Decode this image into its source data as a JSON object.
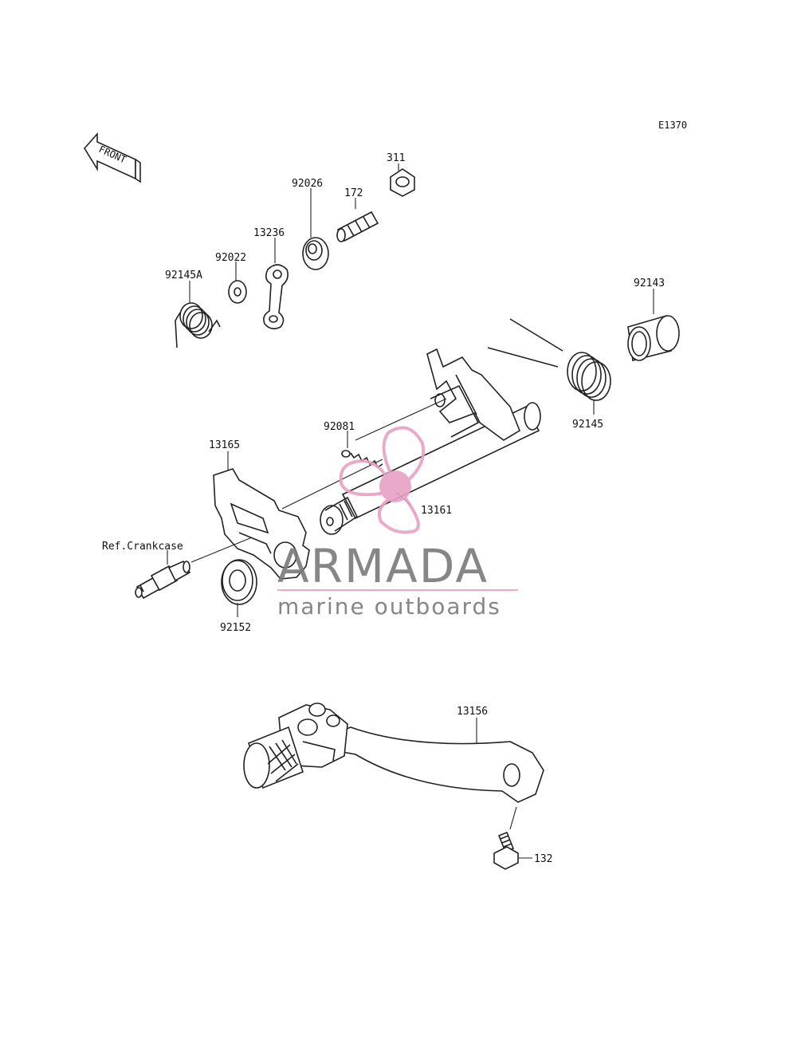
{
  "diagram": {
    "figure_code": "E1370",
    "front_marker": "FRONT",
    "parts": [
      {
        "id": "p311",
        "number": "311"
      },
      {
        "id": "p172",
        "number": "172"
      },
      {
        "id": "p92026",
        "number": "92026"
      },
      {
        "id": "p13236",
        "number": "13236"
      },
      {
        "id": "p92022",
        "number": "92022"
      },
      {
        "id": "p92145A",
        "number": "92145A"
      },
      {
        "id": "p92143",
        "number": "92143"
      },
      {
        "id": "p92145",
        "number": "92145"
      },
      {
        "id": "p92081",
        "number": "92081"
      },
      {
        "id": "p13165",
        "number": "13165"
      },
      {
        "id": "p13161",
        "number": "13161"
      },
      {
        "id": "pRef",
        "number": "Ref.Crankcase"
      },
      {
        "id": "p92152",
        "number": "92152"
      },
      {
        "id": "p13156",
        "number": "13156"
      },
      {
        "id": "p132",
        "number": "132"
      }
    ]
  },
  "watermark": {
    "brand": "ARMADA",
    "tagline": "marine outboards",
    "accent_color": "#e7a1c4",
    "text_color": "#7a7a7a"
  }
}
